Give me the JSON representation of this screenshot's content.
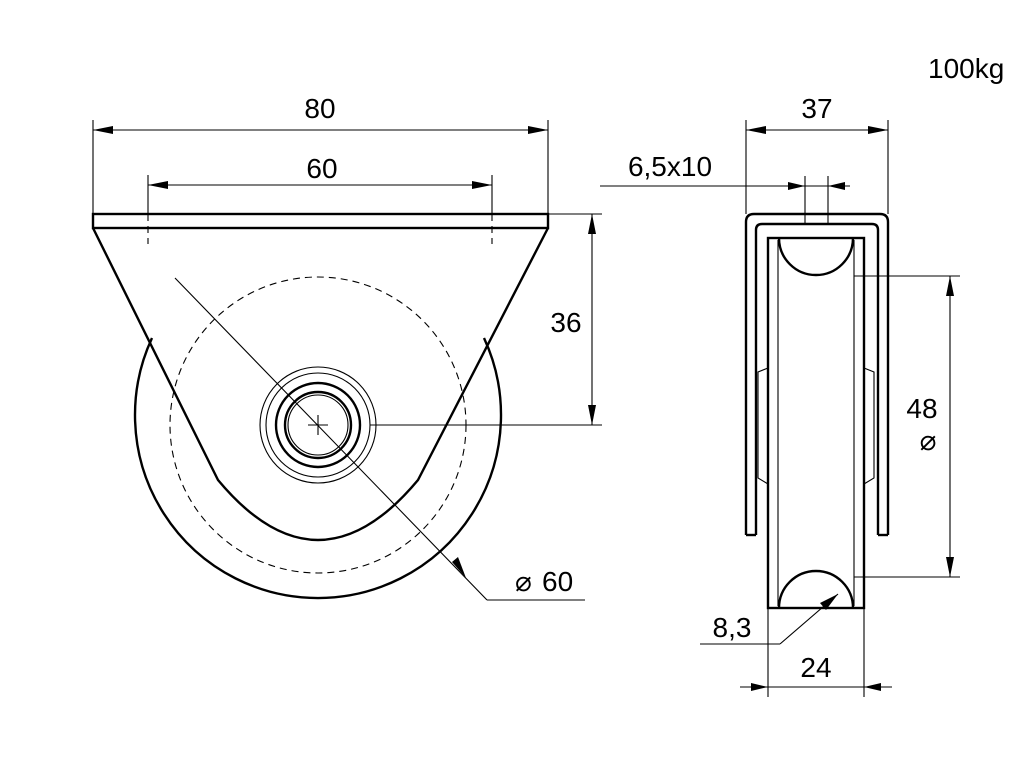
{
  "drawing": {
    "load_rating": "100kg",
    "front_view": {
      "plate_width": "80",
      "hole_spacing": "60",
      "axle_height": "36",
      "wheel_diameter": "60",
      "diameter_symbol": "⌀"
    },
    "side_view": {
      "overall_width": "37",
      "slot_size": "6,5x10",
      "groove_diameter": "48",
      "groove_radius": "8,3",
      "wheel_width": "24",
      "diameter_symbol": "⌀"
    }
  }
}
